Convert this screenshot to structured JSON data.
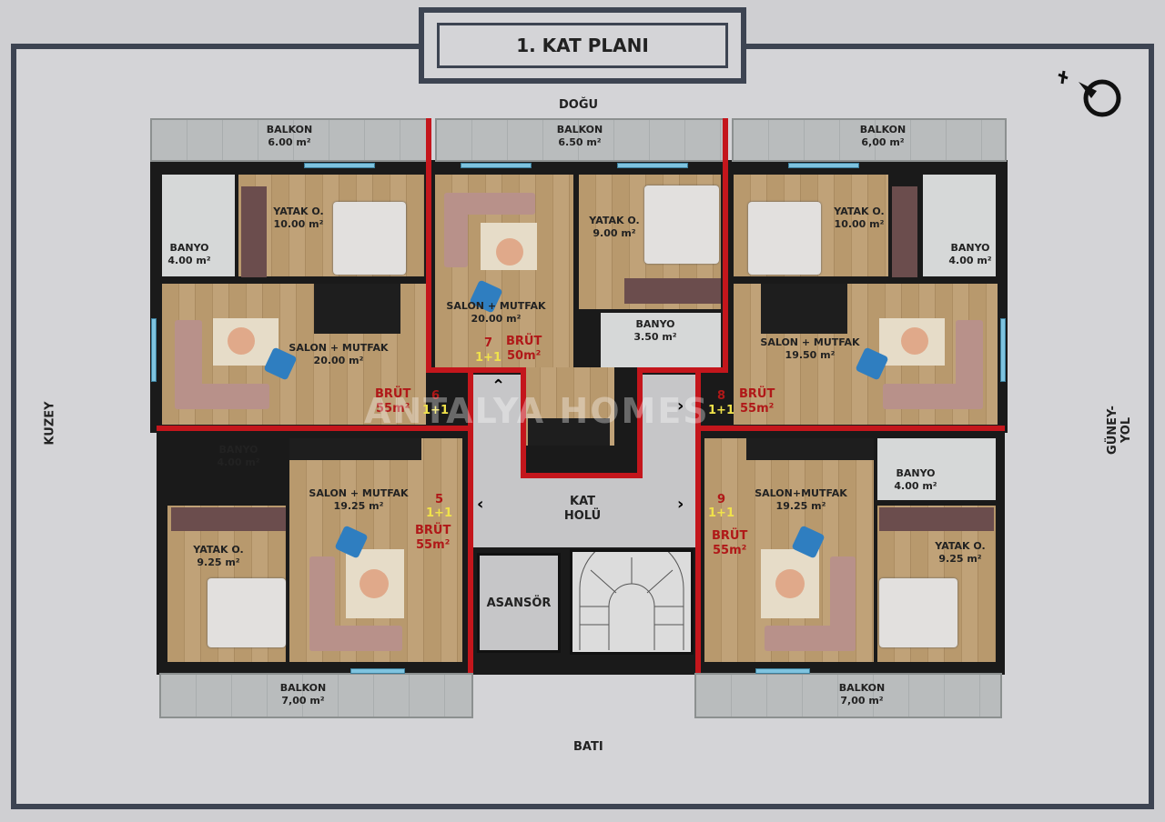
{
  "title": "1. KAT PLANI",
  "directions": {
    "east": "DOĞU",
    "west": "BATI",
    "north": "KUZEY",
    "south": "GÜNEY-YOL"
  },
  "watermark": "ANTALYA HOMES",
  "compass_icon": "compass-north-arrow",
  "balconies": [
    {
      "label": "BALKON",
      "area": "6.00 m²"
    },
    {
      "label": "BALKON",
      "area": "6.50 m²"
    },
    {
      "label": "BALKON",
      "area": "6,00 m²"
    },
    {
      "label": "BALKON",
      "area": "7,00 m²"
    },
    {
      "label": "BALKON",
      "area": "7,00 m²"
    }
  ],
  "units": [
    {
      "no": "6",
      "type": "1+1",
      "brut_label": "BRÜT",
      "brut": "55m²",
      "rooms": [
        {
          "label": "YATAK O.",
          "area": "10.00 m²"
        },
        {
          "label": "BANYO",
          "area": "4.00 m²"
        },
        {
          "label": "SALON +  MUTFAK",
          "area": "20.00 m²"
        }
      ]
    },
    {
      "no": "7",
      "type": "1+1",
      "brut_label": "BRÜT",
      "brut": "50m²",
      "rooms": [
        {
          "label": "SALON + MUTFAK",
          "area": "20.00 m²"
        },
        {
          "label": "YATAK O.",
          "area": "9.00 m²"
        },
        {
          "label": "BANYO",
          "area": "3.50 m²"
        }
      ]
    },
    {
      "no": "8",
      "type": "1+1",
      "brut_label": "BRÜT",
      "brut": "55m²",
      "rooms": [
        {
          "label": "YATAK O.",
          "area": "10.00 m²"
        },
        {
          "label": "BANYO",
          "area": "4.00 m²"
        },
        {
          "label": "SALON + MUTFAK",
          "area": "19.50 m²"
        }
      ]
    },
    {
      "no": "5",
      "type": "1+1",
      "brut_label": "BRÜT",
      "brut": "55m²",
      "rooms": [
        {
          "label": "BANYO",
          "area": "4.00 m²"
        },
        {
          "label": "SALON + MUTFAK",
          "area": "19.25 m²"
        },
        {
          "label": "YATAK O.",
          "area": "9.25 m²"
        }
      ]
    },
    {
      "no": "9",
      "type": "1+1",
      "brut_label": "BRÜT",
      "brut": "55m²",
      "rooms": [
        {
          "label": "SALON+MUTFAK",
          "area": "19.25 m²"
        },
        {
          "label": "BANYO",
          "area": "4.00 m²"
        },
        {
          "label": "YATAK O.",
          "area": "9.25 m²"
        }
      ]
    }
  ],
  "common": {
    "hall_line1": "KAT",
    "hall_line2": "HOLÜ",
    "elevator": "ASANSÖR"
  }
}
